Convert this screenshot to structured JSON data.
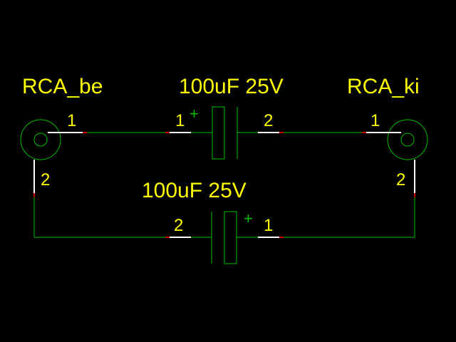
{
  "colors": {
    "background": "#000000",
    "wire": "#00c000",
    "pin_lead": "#ffffff",
    "pin_end": "#cc0000",
    "text": "#ffff00"
  },
  "connectors": [
    {
      "label": "RCA_be",
      "pin1": "1",
      "pin2": "2"
    },
    {
      "label": "RCA_ki",
      "pin1": "1",
      "pin2": "2"
    }
  ],
  "capacitors": [
    {
      "value": "100uF 25V",
      "polarity_mark": "+",
      "left_pin": "1",
      "right_pin": "2"
    },
    {
      "value": "100uF 25V",
      "polarity_mark": "+",
      "left_pin": "2",
      "right_pin": "1"
    }
  ]
}
